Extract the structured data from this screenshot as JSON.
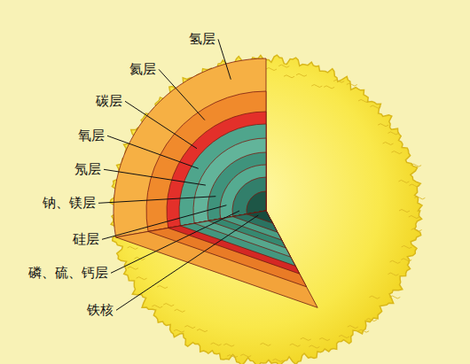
{
  "diagram": {
    "labels": [
      "氢层",
      "氦层",
      "碳层",
      "氧层",
      "氖层",
      "钠、镁层",
      "硅层",
      "磷、硫、钙层",
      "铁核"
    ]
  }
}
